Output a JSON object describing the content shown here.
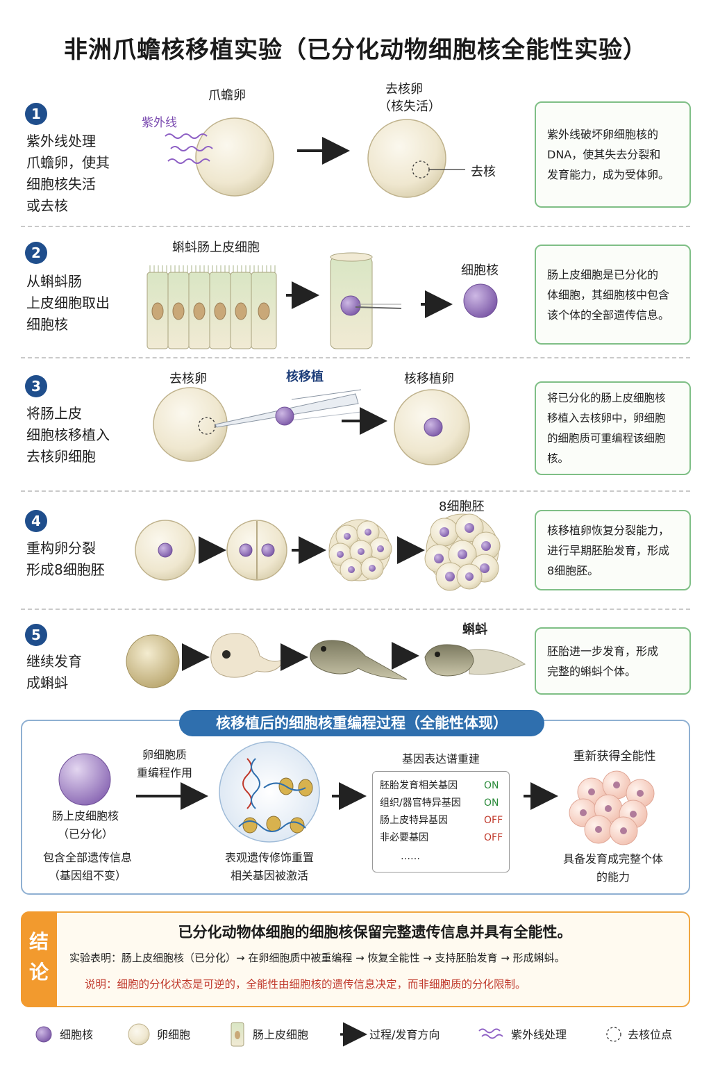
{
  "title": "非洲爪蟾核移植实验（已分化动物细胞核全能性实验）",
  "colors": {
    "accent": "#1f4e8c",
    "note_border": "#7fbf86",
    "nucleus": "#9b7bc0",
    "egg": "#f1ead4",
    "conclusion": "#f29a2e",
    "on": "#2a8a3a",
    "off": "#c0392b"
  },
  "steps": [
    {
      "number": "1",
      "text": [
        "紫外线处理",
        "爪蟾卵，使其",
        "细胞核失活",
        "或去核"
      ],
      "labels": {
        "egg": "爪蟾卵",
        "uv": "紫外线",
        "enucleated": "去核卵",
        "inactive": "（核失活）",
        "removed": "去核"
      },
      "note": [
        "紫外线破坏卵细胞核的",
        "DNA，使其失去分裂和",
        "发育能力，成为受体卵。"
      ]
    },
    {
      "number": "2",
      "text": [
        "从蝌蚪肠",
        "上皮细胞取出",
        "细胞核"
      ],
      "labels": {
        "cells": "蝌蚪肠上皮细胞",
        "nucleus": "细胞核"
      },
      "note": [
        "肠上皮细胞是已分化的",
        "体细胞，其细胞核中包含",
        "该个体的全部遗传信息。"
      ]
    },
    {
      "number": "3",
      "text": [
        "将肠上皮",
        "细胞核移植入",
        "去核卵细胞"
      ],
      "labels": {
        "enucleated": "去核卵",
        "transfer": "核移植",
        "result": "核移植卵"
      },
      "note": [
        "将已分化的肠上皮细胞核",
        "移植入去核卵中，卵细胞",
        "的细胞质可重编程该细胞核。"
      ]
    },
    {
      "number": "4",
      "text": [
        "重构卵分裂",
        "形成8细胞胚"
      ],
      "labels": {
        "embryo": "8细胞胚"
      },
      "note": [
        "核移植卵恢复分裂能力，",
        "进行早期胚胎发育，形成",
        "8细胞胚。"
      ]
    },
    {
      "number": "5",
      "text": [
        "继续发育",
        "成蝌蚪"
      ],
      "labels": {
        "tadpole": "蝌蚪"
      },
      "note": [
        "胚胎进一步发育，形成",
        "完整的蝌蚪个体。"
      ]
    }
  ],
  "reprogramming": {
    "title": "核移植后的细胞核重编程过程（全能性体现）",
    "nucleus_label": [
      "肠上皮细胞核",
      "（已分化）"
    ],
    "nucleus_desc": [
      "包含全部遗传信息",
      "（基因组不变）"
    ],
    "arrow_label": [
      "卵细胞质",
      "重编程作用"
    ],
    "epigenetic": [
      "表观遗传修饰重置",
      "相关基因被激活"
    ],
    "gene_title": "基因表达谱重建",
    "genes": [
      {
        "name": "胚胎发育相关基因",
        "status": "ON"
      },
      {
        "name": "组织/器官特异基因",
        "status": "ON"
      },
      {
        "name": "肠上皮特异基因",
        "status": "OFF"
      },
      {
        "name": "非必要基因",
        "status": "OFF"
      }
    ],
    "gene_more": "……",
    "totipotent_title": "重新获得全能性",
    "totipotent_desc": [
      "具备发育成完整个体",
      "的能力"
    ]
  },
  "conclusion": {
    "badge": [
      "结",
      "论"
    ],
    "headline": "已分化动物体细胞的细胞核保留完整遗传信息并具有全能性。",
    "detail": "实验表明：肠上皮细胞核（已分化）→ 在卵细胞质中被重编程 → 恢复全能性 → 支持胚胎发育 → 形成蝌蚪。",
    "remark": "说明：细胞的分化状态是可逆的，全能性由细胞核的遗传信息决定，而非细胞质的分化限制。"
  },
  "legend": [
    "细胞核",
    "卵细胞",
    "肠上皮细胞",
    "过程/发育方向",
    "紫外线处理",
    "去核位点"
  ]
}
